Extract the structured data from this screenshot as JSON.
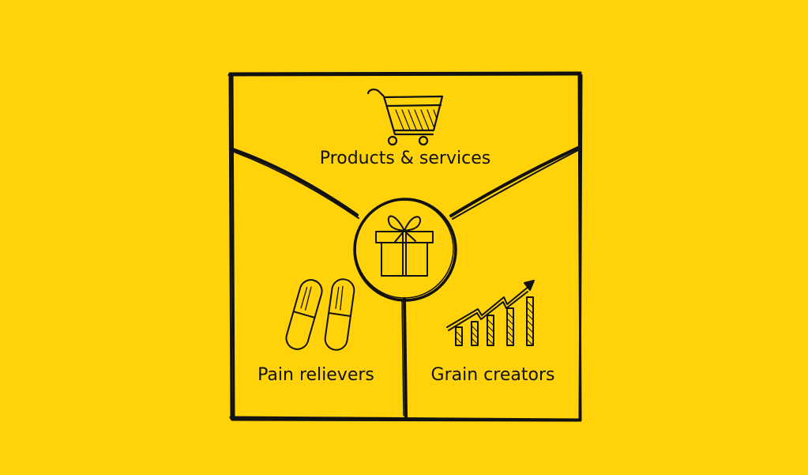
{
  "diagram": {
    "background_color": "#FFD20A",
    "ink_color": "#111111",
    "center_icon": "gift-icon",
    "sections": {
      "products": {
        "label": "Products & services",
        "icon": "shopping-cart-icon"
      },
      "pain": {
        "label": "Pain relievers",
        "icon": "pills-icon"
      },
      "gain": {
        "label": "Grain creators",
        "icon": "growth-chart-icon"
      }
    }
  }
}
